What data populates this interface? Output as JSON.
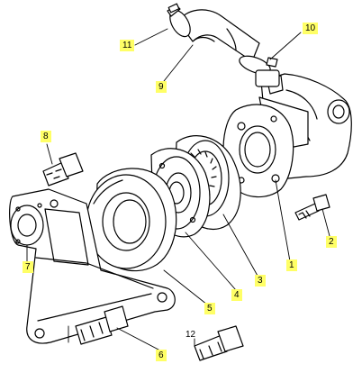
{
  "callouts": [
    {
      "id": "1",
      "highlight": true
    },
    {
      "id": "2",
      "highlight": true
    },
    {
      "id": "3",
      "highlight": true
    },
    {
      "id": "4",
      "highlight": true
    },
    {
      "id": "5",
      "highlight": true
    },
    {
      "id": "6",
      "highlight": true
    },
    {
      "id": "7",
      "highlight": true
    },
    {
      "id": "8",
      "highlight": true
    },
    {
      "id": "9",
      "highlight": true
    },
    {
      "id": "10",
      "highlight": true
    },
    {
      "id": "11",
      "highlight": true
    },
    {
      "id": "12",
      "highlight": false
    }
  ],
  "colors": {
    "highlight": "#ffff66",
    "line": "#000000",
    "background": "#ffffff"
  }
}
